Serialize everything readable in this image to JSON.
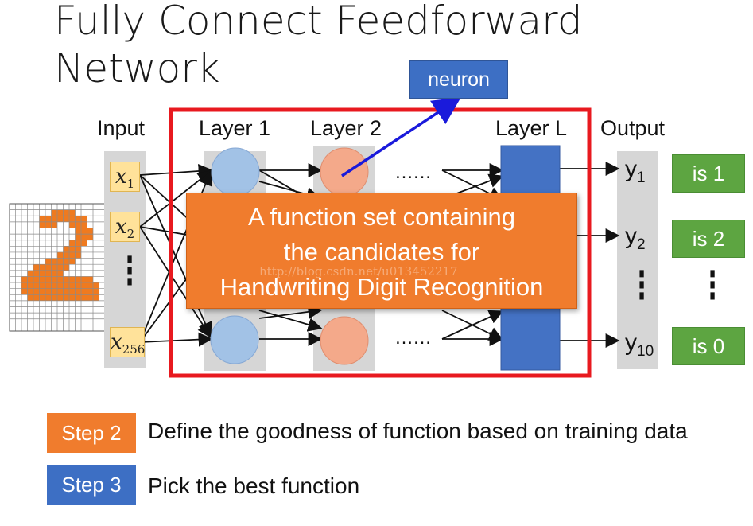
{
  "title": {
    "line1": "Fully Connect Feedforward",
    "line2": "Network"
  },
  "neuron_label": "neuron",
  "columns": {
    "input": "Input",
    "layer1": "Layer 1",
    "layer2": "Layer 2",
    "layerL": "Layer L",
    "output": "Output"
  },
  "inputs": [
    {
      "var": "x",
      "sub": "1"
    },
    {
      "var": "x",
      "sub": "2"
    },
    {
      "var": "x",
      "sub": "256"
    }
  ],
  "outputs": [
    {
      "var": "y",
      "sub": "1"
    },
    {
      "var": "y",
      "sub": "2"
    },
    {
      "var": "y",
      "sub": "10"
    }
  ],
  "results": [
    "is 1",
    "is 2",
    "is 0"
  ],
  "ellipsis_horizontal": "……",
  "ellipsis_vertical": "⋮",
  "overlay": {
    "line1": "A function set containing",
    "line2": "the candidates for",
    "line3": "Handwriting Digit Recognition"
  },
  "watermark": "http://blog.csdn.net/u013452217",
  "steps": [
    {
      "tag": "Step 2",
      "text": "Define the goodness of function based on training data",
      "color": "#f07c2d"
    },
    {
      "tag": "Step 3",
      "text": "Pick the best function",
      "color": "#3d6fc4"
    }
  ],
  "colors": {
    "frame_red": "#e8191f",
    "neuron_blue": "#a2c2e6",
    "neuron_orange": "#f4a98a",
    "layerL_blue": "#4472c4",
    "arrow_blue": "#1a1adb",
    "digit_orange": "#ef7a1f"
  }
}
